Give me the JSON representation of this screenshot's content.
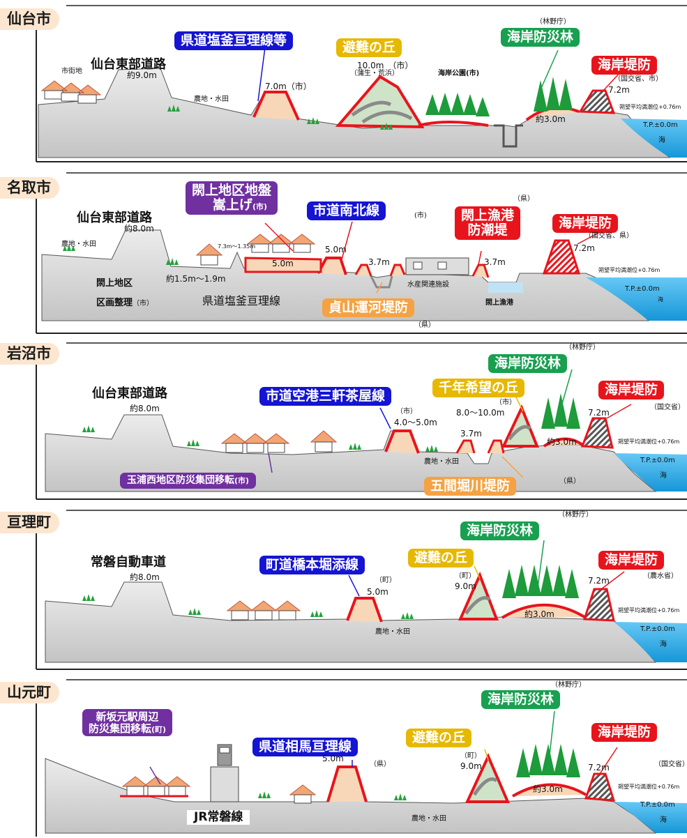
{
  "colors": {
    "ground": "#d2d2d2",
    "sea": "#1fa0e0",
    "red": "#e8141c",
    "blue": "#1414d2",
    "green": "#18a050",
    "orange": "#f5a243",
    "yellow": "#e6b800",
    "purple": "#7030a0"
  },
  "panels": [
    {
      "city": "仙台市",
      "road": "仙台東部道路",
      "road_height": "約9.0m",
      "label_town": "市街地",
      "label_farm": "農地・水田",
      "boxA": "県道塩釜亘理線等",
      "boxA_height": "7.0m（市）",
      "hill": "避難の丘",
      "hill_height": "10.0m　（市）",
      "hill_sub": "（蒲生・荒浜）",
      "park": "海岸公園(市)",
      "forest_owner": "（林野庁）",
      "forest": "海岸防災林",
      "forest_height": "約3.0m",
      "dike": "海岸堤防",
      "dike_owner": "（国交省、市）",
      "dike_height": "7.2m",
      "tide": "朔望平均満潮位+0.76m",
      "tp": "T.P.±0.0m",
      "sea": "海"
    },
    {
      "city": "名取市",
      "road": "仙台東部道路",
      "road_height": "約8.0m",
      "label_farm": "農地・水田",
      "boxA": "閖上地区地盤",
      "boxA2": "嵩上げ",
      "boxA_owner": "(市)",
      "raise_height": "約1.5m～1.9m",
      "seg_small": "7.3m～1.35m",
      "kukaku1": "閖上地区",
      "kukaku2": "区画整理",
      "kukaku_owner": "（市）",
      "road2": "県道塩釜亘理線",
      "boxB": "市道南北線",
      "boxB_owner": "(市)",
      "boxB_height": "5.0m",
      "raise_seg": "5.0m",
      "canal": "貞山運河堤防",
      "canal_owner": "（県）",
      "canal_height": "3.7m",
      "facility": "水産関連施設",
      "port_owner": "（県）",
      "port1": "閖上漁港",
      "port2": "防潮堤",
      "port_height": "3.7m",
      "port": "閖上漁港",
      "dike": "海岸堤防",
      "dike_owner": "（国交省、県）",
      "dike_height": "7.2m",
      "tide": "朔望平均満潮位+0.76m",
      "tp": "T.P.±0.0m",
      "sea": "海"
    },
    {
      "city": "岩沼市",
      "road": "仙台東部道路",
      "road_height": "約8.0m",
      "boxB": "市道空港三軒茶屋線",
      "boxB_owner": "（市）",
      "boxB_height": "4.0～5.0m",
      "relocation": "玉浦西地区防災集団移転",
      "relocation_owner": "(市)",
      "hill": "千年希望の丘",
      "hill_owner": "（市）",
      "hill_height": "8.0～10.0m",
      "canal_height": "3.7m",
      "label_farm": "農地・水田",
      "river": "五間堀川堤防",
      "river_owner": "（県）",
      "forest_owner": "（林野庁）",
      "forest": "海岸防災林",
      "forest_height": "約3.0m",
      "dike": "海岸堤防",
      "dike_owner": "（国交省）",
      "dike_height": "7.2m",
      "tide": "朔望平均満潮位+0.76m",
      "tp": "T.P.±0.0m",
      "sea": "海"
    },
    {
      "city": "亘理町",
      "road": "常磐自動車道",
      "road_height": "約8.0m",
      "boxB": "町道橋本堀添線",
      "boxB_owner": "（町）",
      "boxB_height": "5.0m",
      "hill": "避難の丘",
      "hill_owner": "（町）",
      "hill_height": "9.0m",
      "label_farm": "農地・水田",
      "forest_owner": "（林野庁）",
      "forest": "海岸防災林",
      "forest_height": "約3.0m",
      "dike": "海岸堤防",
      "dike_owner": "（農水省）",
      "dike_height": "7.2m",
      "tide": "朔望平均満潮位+0.76m",
      "tp": "T.P.±0.0m",
      "sea": "海"
    },
    {
      "city": "山元町",
      "relocation1": "新坂元駅周辺",
      "relocation2": "防災集団移転",
      "relocation_owner": "(町)",
      "rail": "JR常磐線",
      "boxB": "県道相馬亘理線",
      "boxB_owner": "（県）",
      "boxB_height": "5.0m",
      "hill": "避難の丘",
      "hill_owner": "（町）",
      "hill_height": "9.0m",
      "label_farm": "農地・水田",
      "forest_owner": "（林野庁）",
      "forest": "海岸防災林",
      "forest_height": "約3.0m",
      "dike": "海岸堤防",
      "dike_owner": "（国交省）",
      "dike_height": "7.2m",
      "tide": "朔望平均満潮位+0.76m",
      "tp": "T.P.±0.0m",
      "sea": "海"
    }
  ]
}
